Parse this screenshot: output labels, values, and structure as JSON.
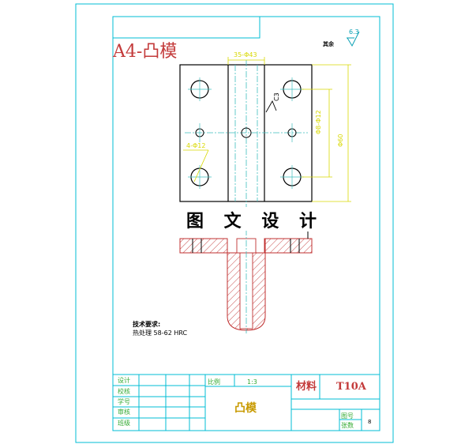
{
  "drawing": {
    "title": "A4-凸模",
    "watermark": "图 文 设 计",
    "surface_note": "其余",
    "roughness": "6.3",
    "dimensions": {
      "top_width": "35-Φ43",
      "hole_callout": "4-Φ12",
      "vertical_inner": "Φ8-Φ12",
      "vertical_outer": "Φ60",
      "chamfer": "C3"
    }
  },
  "tech_requirements": {
    "heading": "技术要求:",
    "lines": [
      "热处理 58-62 HRC"
    ]
  },
  "title_block": {
    "scale_label": "比例",
    "scale_value": "1:3",
    "part_name": "凸模",
    "material_label": "材料",
    "material_value": "T10A",
    "left_labels": [
      "设计",
      "校核",
      "学号",
      "审核",
      "班级"
    ],
    "right_labels": [
      "图号",
      "张数"
    ],
    "sheet": "8"
  },
  "colors": {
    "frame": "#00bcd4",
    "outline": "#000000",
    "center_line": "#3fbfbf",
    "dimension": "#d8d800",
    "hatch": "#c03030",
    "title_red": "#c33a3a"
  }
}
